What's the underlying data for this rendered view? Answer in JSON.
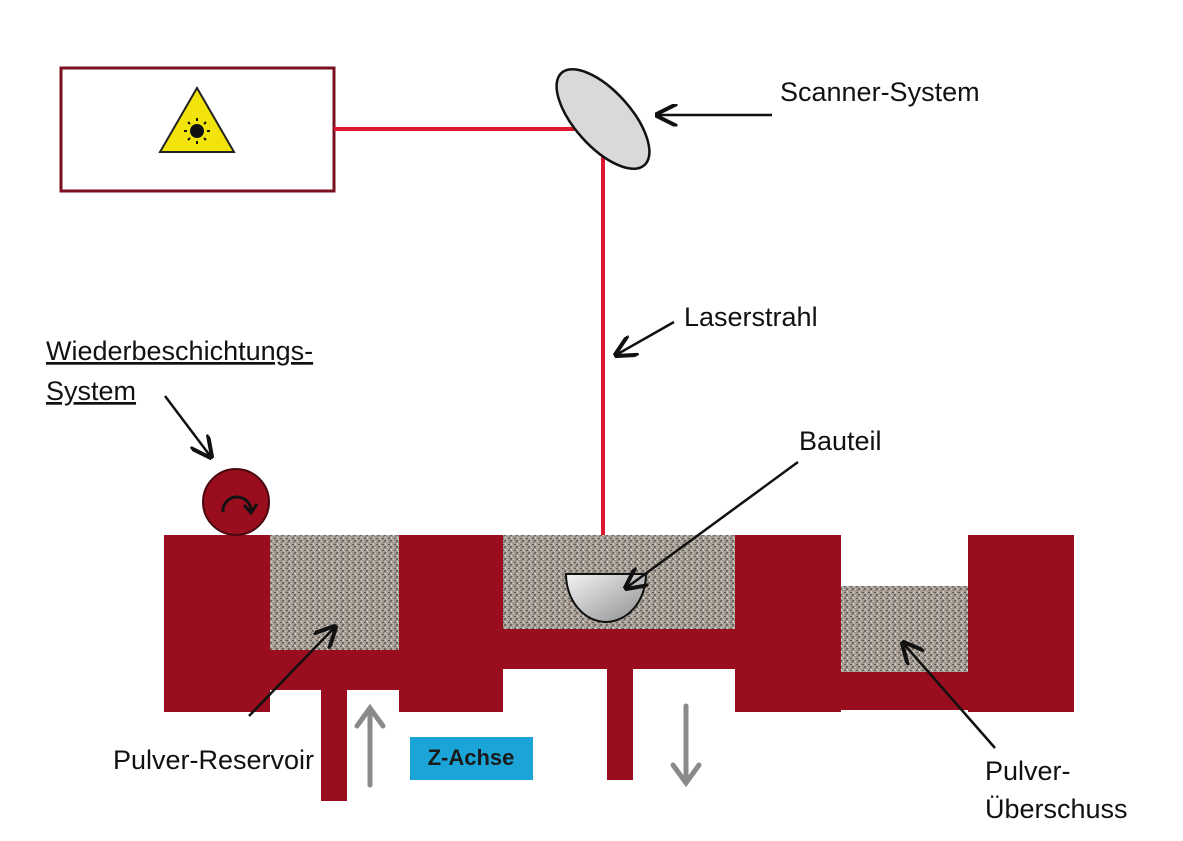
{
  "labels": {
    "scanner": "Scanner-System",
    "laser_beam": "Laserstrahl",
    "recoater_line1": "Wiederbeschichtungs-",
    "recoater_line2": "System",
    "part": "Bauteil",
    "powder_reservoir": "Pulver-Reservoir",
    "z_axis": "Z-Achse",
    "overflow_line1": "Pulver-",
    "overflow_line2": "Überschuss"
  },
  "colors": {
    "machine": "#9a0d1e",
    "laser": "#e0182f",
    "powder": "#a59c94",
    "z_axis_badge": "#1ba4d8",
    "arrow_gray": "#8a8a8a",
    "laser_box_border": "#7a1020",
    "warning_yellow": "#f2e40a",
    "spellcheck_underline": "#d02020"
  },
  "icons": {
    "laser_box": "laser-warning-icon",
    "recoater": "rotation-arrow-icon",
    "z_up": "arrow-up-icon",
    "z_down": "arrow-down-icon"
  }
}
